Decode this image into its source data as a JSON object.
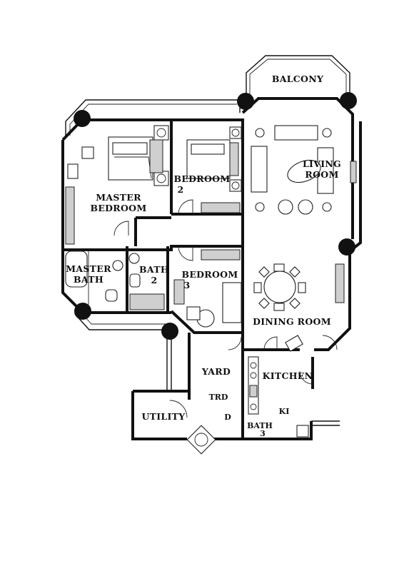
{
  "plan": {
    "rooms": {
      "balcony": "BALCONY",
      "living_1": "LIVING",
      "living_2": "ROOM",
      "master_bedroom_1": "MASTER",
      "master_bedroom_2": "BEDROOM",
      "bedroom2_1": "BEDROOM",
      "bedroom2_2": "2",
      "master_bath_1": "MASTER",
      "master_bath_2": "BATH",
      "bath2_1": "BATH",
      "bath2_2": "2",
      "bedroom3_1": "BEDROOM",
      "bedroom3_2": "3",
      "dining": "DINING ROOM",
      "yard": "YARD",
      "kitchen": "KITCHEN",
      "utility": "UTILITY",
      "trd": "TRD",
      "d": "D",
      "ki": "KI",
      "bath3_1": "BATH",
      "bath3_2": "3"
    },
    "colors": {
      "wall": "#111111",
      "fixture_fill": "#cfcfcf",
      "background": "#ffffff"
    }
  }
}
